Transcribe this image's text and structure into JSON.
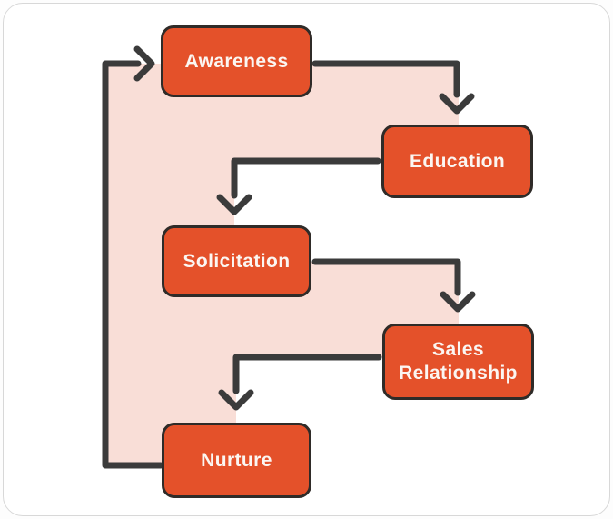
{
  "page": {
    "background": "#fdfdfd"
  },
  "card": {
    "background": "#ffffff",
    "border_color": "#d8d8d8"
  },
  "diagram": {
    "type": "cycle-flowchart",
    "title": "",
    "colors": {
      "node_fill": "#e4512a",
      "node_border": "#2f2b28",
      "node_text": "#fbf6f2",
      "connector": "#3b3b3b",
      "loop_fill": "#f9ded7"
    },
    "nodes": [
      {
        "id": "awareness",
        "label": "Awareness"
      },
      {
        "id": "education",
        "label": "Education"
      },
      {
        "id": "solicitation",
        "label": "Solicitation"
      },
      {
        "id": "sales-relationship",
        "label": "Sales Relationship"
      },
      {
        "id": "nurture",
        "label": "Nurture"
      }
    ],
    "edges": [
      {
        "from": "awareness",
        "to": "education"
      },
      {
        "from": "education",
        "to": "solicitation"
      },
      {
        "from": "solicitation",
        "to": "sales-relationship"
      },
      {
        "from": "sales-relationship",
        "to": "nurture"
      },
      {
        "from": "nurture",
        "to": "awareness"
      }
    ]
  }
}
